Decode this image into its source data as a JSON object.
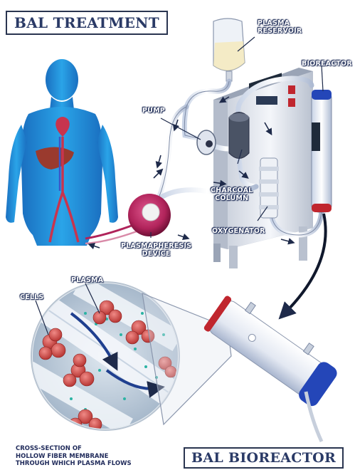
{
  "titles": {
    "top": "BAL TREATMENT",
    "bottom": "BAL BIOREACTOR"
  },
  "labels": {
    "plasma_reservoir": [
      "PLASMA",
      "RESERVOIR"
    ],
    "bioreactor": "BIOREACTOR",
    "pump": "PUMP",
    "charcoal_column": [
      "CHARCOAL",
      "COLUMN"
    ],
    "oxygenator": "OXYGENATOR",
    "plasmapheresis_device": [
      "PLASMAPHERESIS",
      "DEVICE"
    ],
    "plasma": "PLASMA",
    "cells": "CELLS"
  },
  "caption": [
    "CROSS-SECTION OF",
    "HOLLOW FIBER MEMBRANE",
    "THROUGH WHICH PLASMA FLOWS"
  ],
  "colors": {
    "title_border": "#2a3550",
    "title_text": "#2a3a66",
    "body_silhouette": "#1f8fd6",
    "plasmapheresis_device": "#b0235a",
    "bioreactor_cap": "#2446b8",
    "cells": "#d9534f"
  }
}
